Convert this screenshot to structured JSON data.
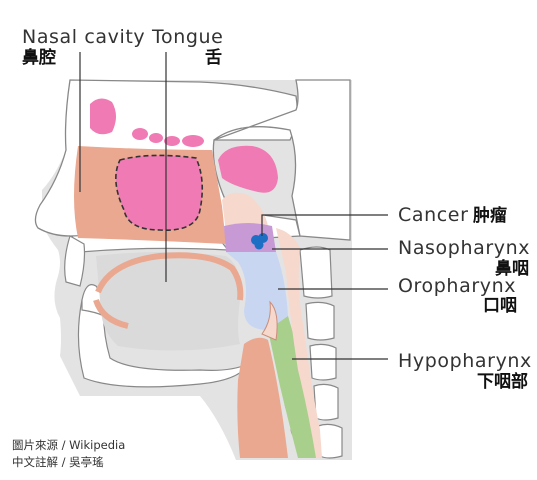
{
  "labels": {
    "nasal_cavity": {
      "en": "Nasal cavity",
      "zh": "鼻腔"
    },
    "tongue": {
      "en": "Tongue",
      "zh": "舌"
    },
    "cancer": {
      "en": "Cancer",
      "zh": "肿瘤"
    },
    "nasopharynx": {
      "en": "Nasopharynx",
      "zh": "鼻咽"
    },
    "oropharynx": {
      "en": "Oropharynx",
      "zh": "口咽"
    },
    "hypopharynx": {
      "en": "Hypopharynx",
      "zh": "下咽部"
    }
  },
  "credits": {
    "line1": "圖片來源 / Wikipedia",
    "line2": "中文註解 / 吳亭瑤"
  },
  "colors": {
    "background_panel": "#e3e3e3",
    "bone": "#ffffff",
    "bone_outline": "#777777",
    "soft_tissue": "#e9a88f",
    "sinus_pink": "#f07ab3",
    "tumor_blue": "#1d6fc4",
    "nasopharynx_purple": "#c79ad6",
    "oropharynx_blue": "#c9d6f2",
    "hypopharynx_green": "#a8cf8c",
    "palate_pink": "#f6d8cc"
  }
}
